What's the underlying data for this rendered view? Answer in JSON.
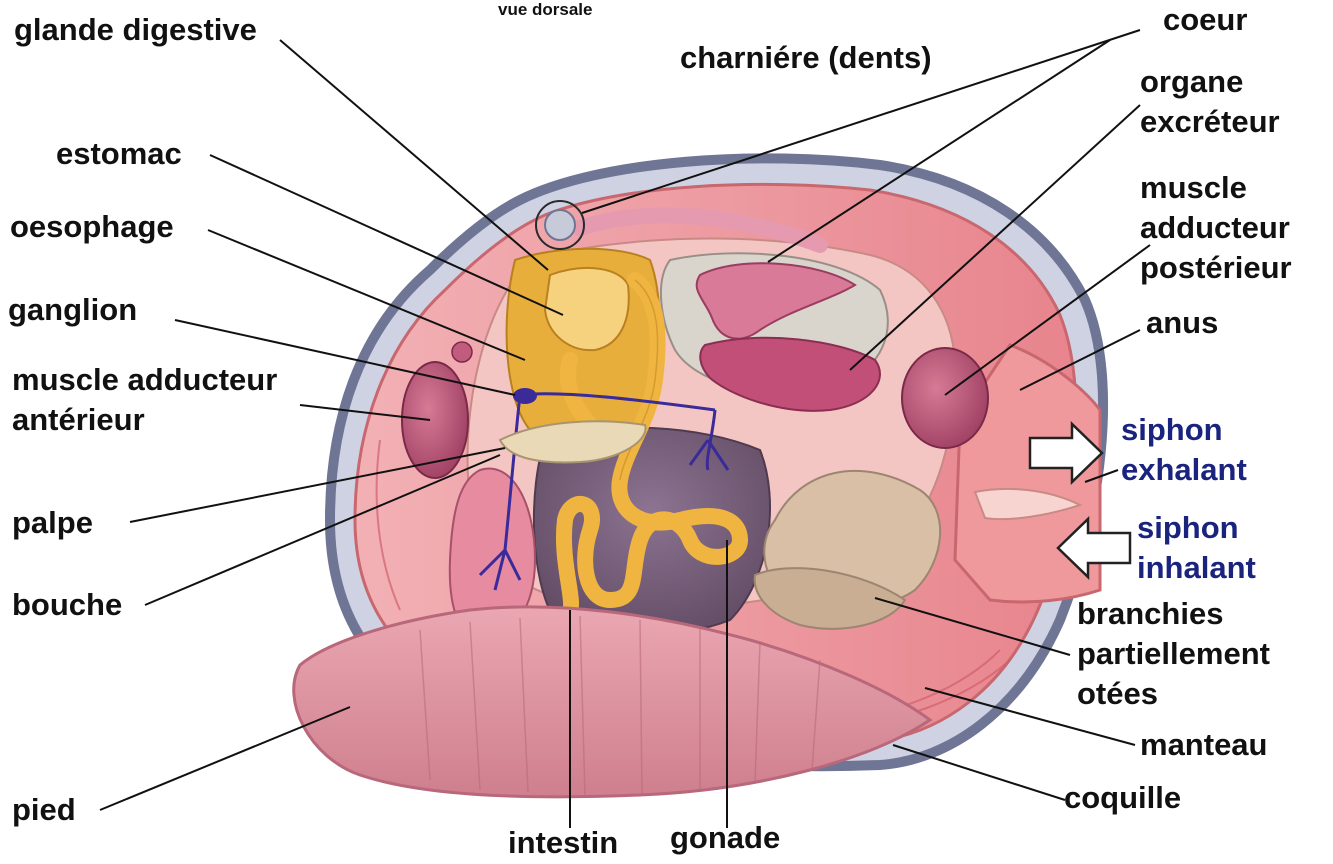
{
  "header": {
    "view_note": "vue dorsale"
  },
  "labels": {
    "glande_digestive": "glande digestive",
    "charniere": "charniére (dents)",
    "coeur": "coeur",
    "organe_excreteur": [
      "organe",
      "excréteur"
    ],
    "estomac": "estomac",
    "oesophage": "oesophage",
    "muscle_adducteur_posterieur": [
      "muscle",
      "adducteur",
      "postérieur"
    ],
    "ganglion": "ganglion",
    "anus": "anus",
    "muscle_adducteur_anterieur": [
      "muscle adducteur",
      "antérieur"
    ],
    "siphon_exhalant": [
      "siphon",
      "exhalant"
    ],
    "siphon_inhalant": [
      "siphon",
      "inhalant"
    ],
    "palpe": "palpe",
    "bouche": "bouche",
    "branchies": [
      "branchies",
      "partiellement",
      "otées"
    ],
    "manteau": "manteau",
    "coquille": "coquille",
    "pied": "pied",
    "intestin": "intestin",
    "gonade": "gonade"
  },
  "colors": {
    "shell": "#8a8fa8",
    "mantle": "#e9878f",
    "foot": "#dc8f9c",
    "digestive_gland": "#e8ae3c",
    "intestine": "#f0b540",
    "gonad": "#7a6078",
    "muscle": "#b54a6c",
    "nerve": "#3a2a9a",
    "label_dark": "#111111",
    "label_siphon": "#1a237e"
  }
}
